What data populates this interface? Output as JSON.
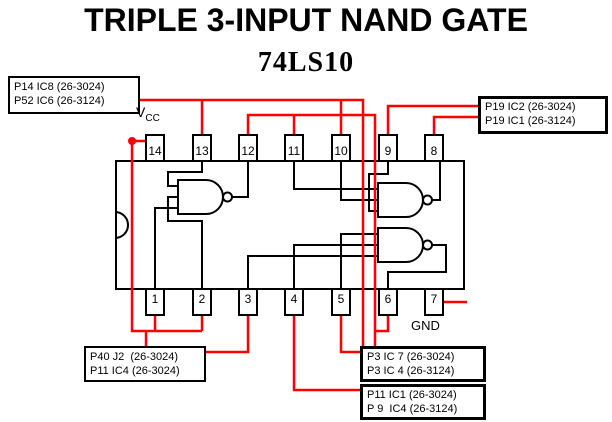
{
  "title": "TRIPLE 3-INPUT NAND GATE",
  "subtitle": "74LS10",
  "chip": {
    "vcc_label": "V",
    "vcc_sub": "CC",
    "gnd_label": "GND",
    "top_pins": [
      "14",
      "13",
      "12",
      "11",
      "10",
      "9",
      "8"
    ],
    "bottom_pins": [
      "1",
      "2",
      "3",
      "4",
      "5",
      "6",
      "7"
    ]
  },
  "labels": {
    "top_left": {
      "line1": "P14 IC8 (26-3024)",
      "line2": "P52 IC6 (26-3124)"
    },
    "top_right": {
      "line1": "P19 IC2 (26-3024)",
      "line2": "P19 IC1 (26-3124)"
    },
    "bottom_left": {
      "line1": "P40 J2  (26-3024)",
      "line2": "P11 IC4 (26-3024)"
    },
    "bottom_mid": {
      "line1": "P3 IC 7 (26-3024)",
      "line2": "P3 IC 4 (26-3124)"
    },
    "bottom_right": {
      "line1": "P11 IC1 (26-3024)",
      "line2": "P 9  IC4 (26-3124)"
    }
  },
  "colors": {
    "wire": "#FF0000",
    "ink": "#000000",
    "background": "#FFFFFF"
  }
}
